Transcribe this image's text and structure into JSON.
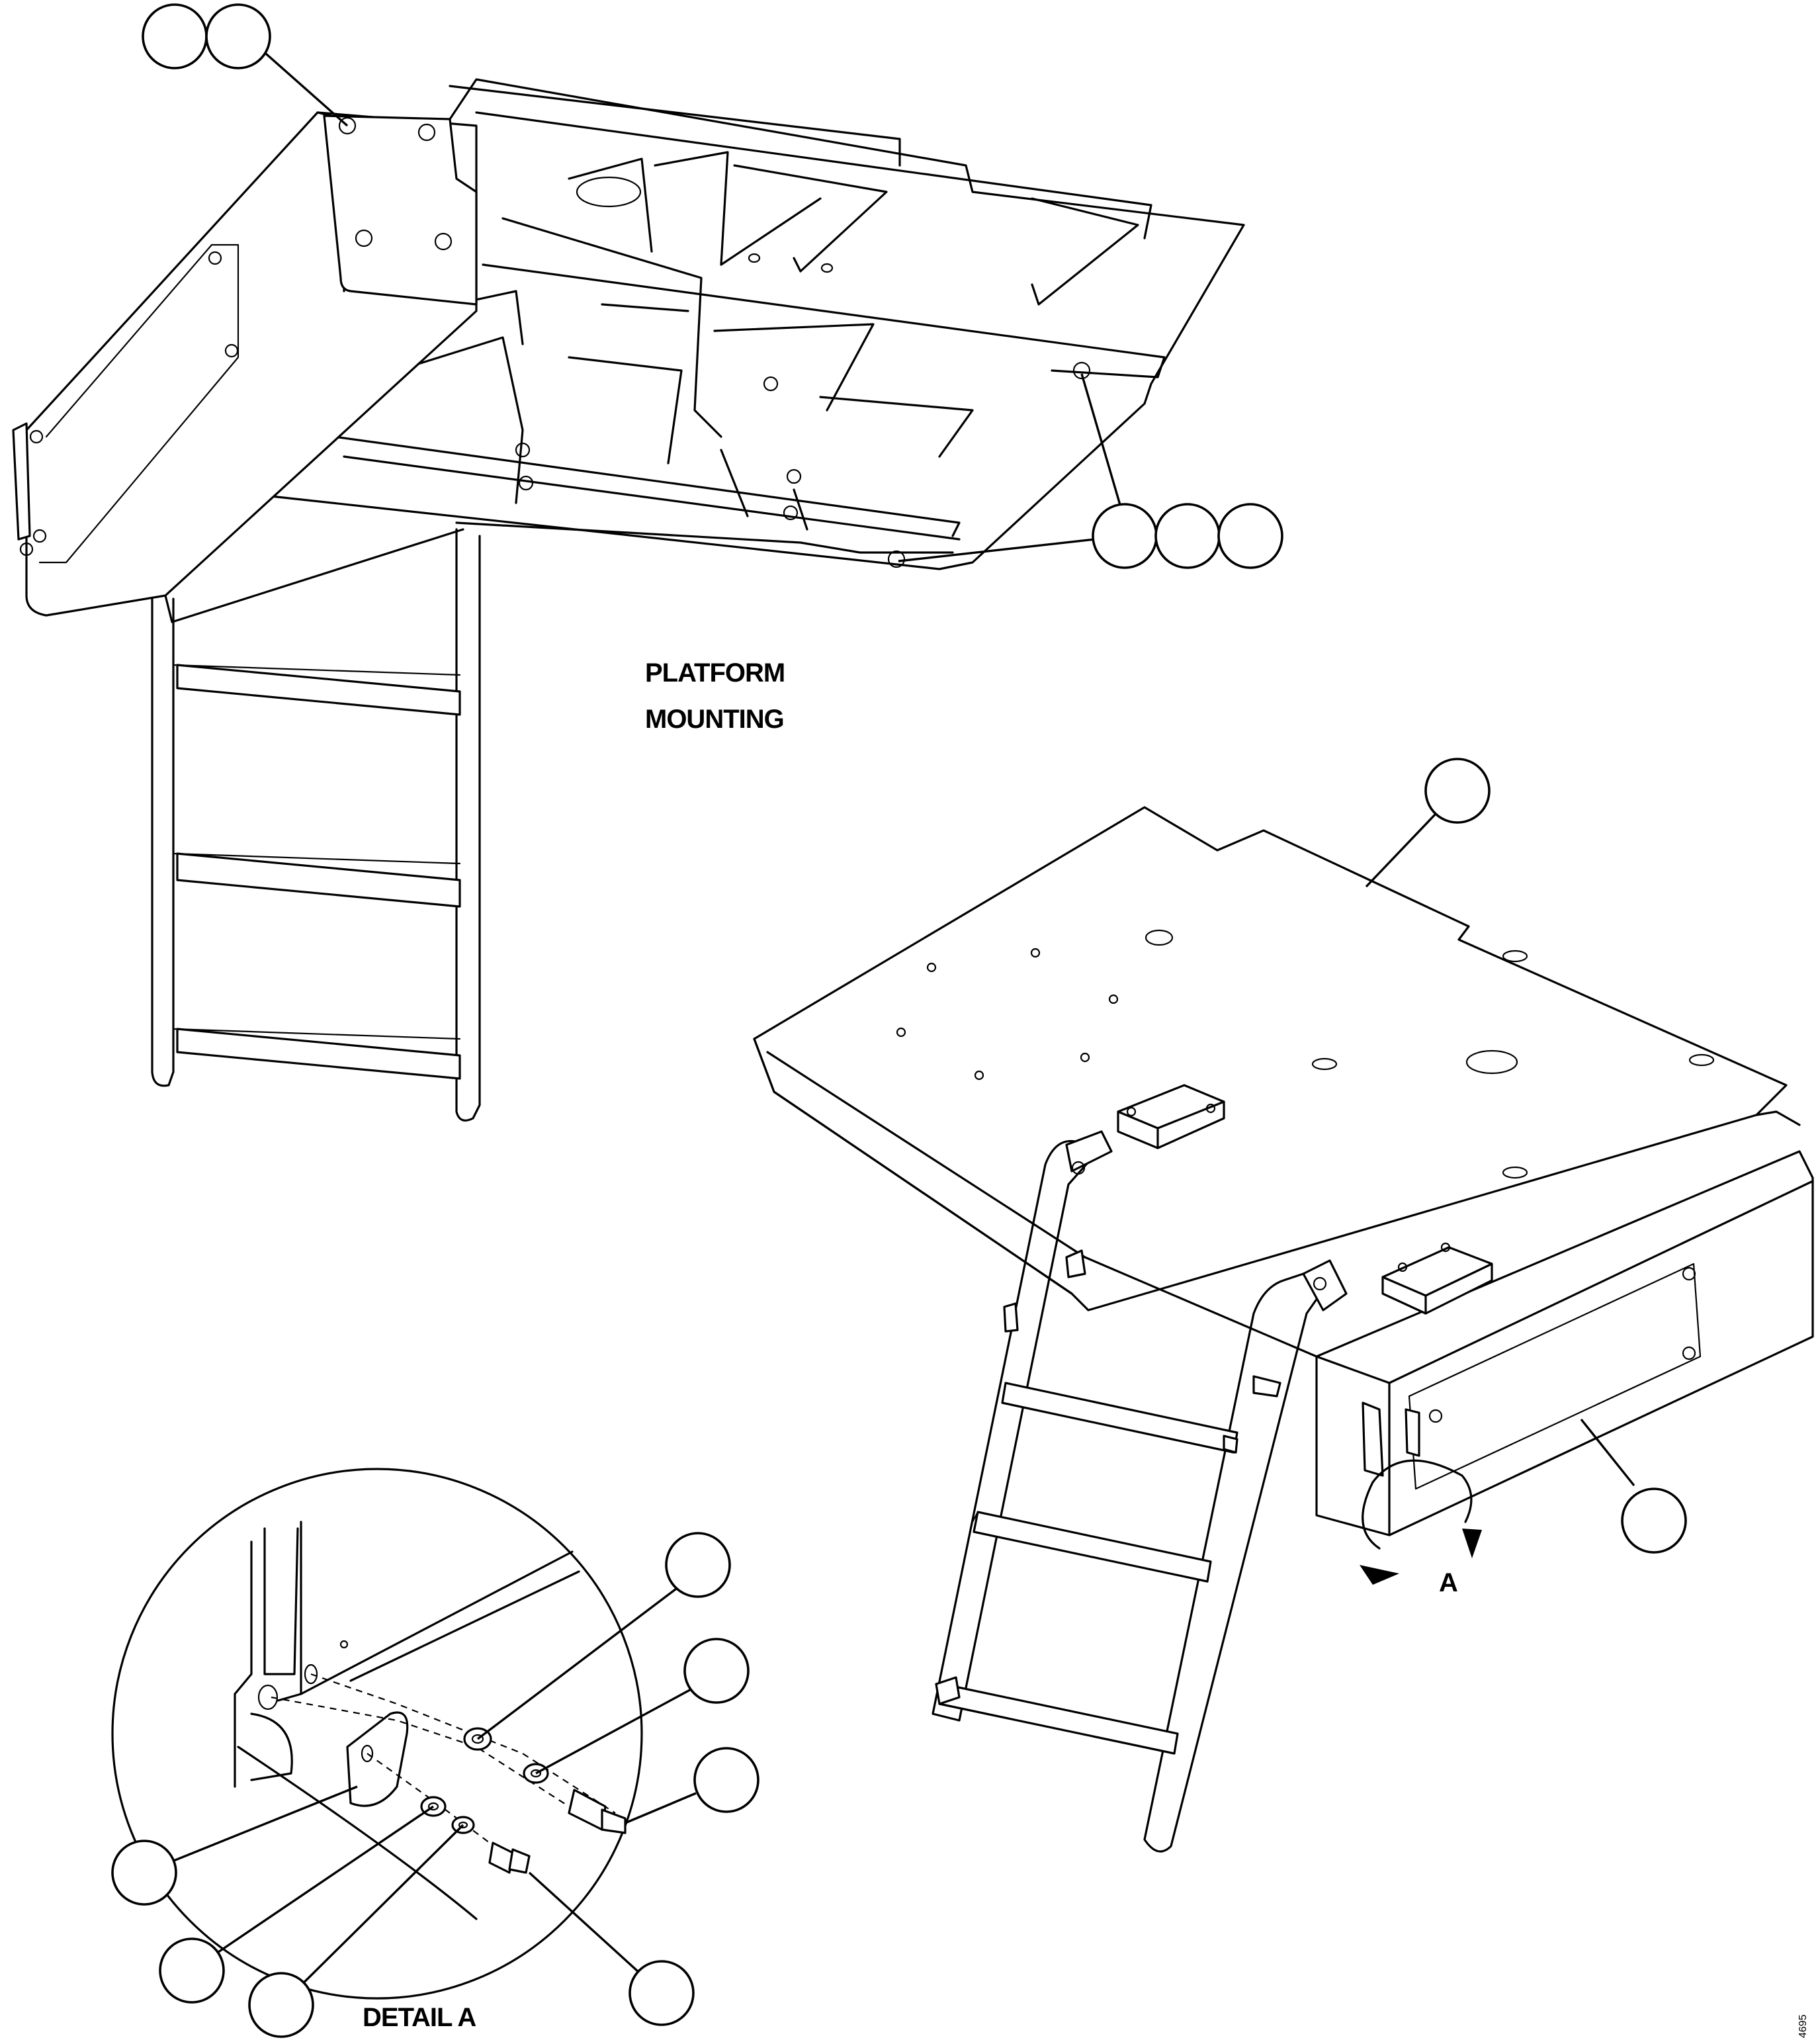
{
  "labels": {
    "view_title_line1": "PLATFORM",
    "view_title_line2": "MOUNTING",
    "detail_title": "DETAIL A",
    "detail_callout": "A",
    "drawing_number": "4695"
  },
  "callout_balloons": [
    {
      "name": "callout-balloon-1",
      "text": ""
    },
    {
      "name": "callout-balloon-2",
      "text": ""
    },
    {
      "name": "callout-balloon-3",
      "text": ""
    },
    {
      "name": "callout-balloon-4",
      "text": ""
    },
    {
      "name": "callout-balloon-5",
      "text": ""
    },
    {
      "name": "callout-balloon-6",
      "text": ""
    },
    {
      "name": "callout-balloon-7",
      "text": ""
    },
    {
      "name": "callout-balloon-8",
      "text": ""
    },
    {
      "name": "callout-balloon-9",
      "text": ""
    },
    {
      "name": "callout-balloon-10",
      "text": ""
    },
    {
      "name": "callout-balloon-11",
      "text": ""
    },
    {
      "name": "callout-balloon-12",
      "text": ""
    },
    {
      "name": "callout-balloon-13",
      "text": ""
    },
    {
      "name": "callout-balloon-14",
      "text": ""
    },
    {
      "name": "callout-balloon-15",
      "text": ""
    },
    {
      "name": "callout-balloon-16",
      "text": ""
    }
  ]
}
